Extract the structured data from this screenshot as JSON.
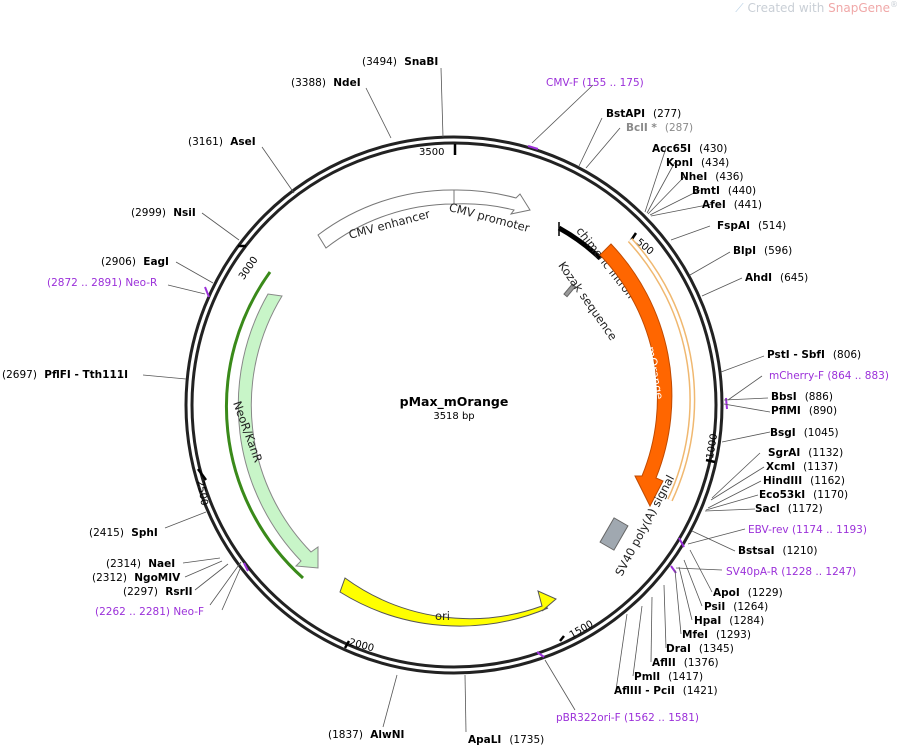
{
  "watermark": {
    "prefix": "Created with",
    "brand": "SnapGene",
    "reg": "®"
  },
  "plasmid": {
    "name": "pMax_mOrange",
    "length": "3518 bp"
  },
  "colors": {
    "backbone": "#222222",
    "primer": "#9b30d9",
    "enhancer": "#ffffff",
    "mOrange": "#ff6600",
    "neo": "#c8f5c8",
    "ori": "#ffff00",
    "polyA": "#a0a8b0",
    "intron": "#000000"
  },
  "ticks": [
    "500",
    "1000",
    "1500",
    "2000",
    "2500",
    "3000",
    "3500"
  ],
  "features": {
    "cmv_enhancer": "CMV enhancer",
    "cmv_promoter": "CMV promoter",
    "chimeric_intron": "chimeric intron",
    "kozak": "Kozak sequence",
    "morange": "mOrange",
    "sv40": "SV40 poly(A) signal",
    "ori": "ori",
    "neo": "NeoR/KanR"
  },
  "enzymes": [
    {
      "name": "SnaBI",
      "pos": "(3494)"
    },
    {
      "name": "NdeI",
      "pos": "(3388)"
    },
    {
      "name": "AseI",
      "pos": "(3161)"
    },
    {
      "name": "NsiI",
      "pos": "(2999)"
    },
    {
      "name": "EagI",
      "pos": "(2906)"
    },
    {
      "name": "PflFI - Tth111I",
      "pos": "(2697)"
    },
    {
      "name": "SphI",
      "pos": "(2415)"
    },
    {
      "name": "NaeI",
      "pos": "(2314)"
    },
    {
      "name": "NgoMIV",
      "pos": "(2312)"
    },
    {
      "name": "RsrII",
      "pos": "(2297)"
    },
    {
      "name": "AlwNI",
      "pos": "(1837)"
    },
    {
      "name": "ApaLI",
      "pos": "(1735)"
    },
    {
      "name": "BstAPI",
      "pos": "(277)"
    },
    {
      "name": "BclI *",
      "pos": "(287)"
    },
    {
      "name": "Acc65I",
      "pos": "(430)"
    },
    {
      "name": "KpnI",
      "pos": "(434)"
    },
    {
      "name": "NheI",
      "pos": "(436)"
    },
    {
      "name": "BmtI",
      "pos": "(440)"
    },
    {
      "name": "AfeI",
      "pos": "(441)"
    },
    {
      "name": "FspAI",
      "pos": "(514)"
    },
    {
      "name": "BlpI",
      "pos": "(596)"
    },
    {
      "name": "AhdI",
      "pos": "(645)"
    },
    {
      "name": "PstI - SbfI",
      "pos": "(806)"
    },
    {
      "name": "BbsI",
      "pos": "(886)"
    },
    {
      "name": "PflMI",
      "pos": "(890)"
    },
    {
      "name": "BsgI",
      "pos": "(1045)"
    },
    {
      "name": "SgrAI",
      "pos": "(1132)"
    },
    {
      "name": "XcmI",
      "pos": "(1137)"
    },
    {
      "name": "HindIII",
      "pos": "(1162)"
    },
    {
      "name": "Eco53kI",
      "pos": "(1170)"
    },
    {
      "name": "SacI",
      "pos": "(1172)"
    },
    {
      "name": "BstsaI",
      "pos": "(1210)"
    },
    {
      "name": "ApoI",
      "pos": "(1229)"
    },
    {
      "name": "PsiI",
      "pos": "(1264)"
    },
    {
      "name": "HpaI",
      "pos": "(1284)"
    },
    {
      "name": "MfeI",
      "pos": "(1293)"
    },
    {
      "name": "DraI",
      "pos": "(1345)"
    },
    {
      "name": "AflII",
      "pos": "(1376)"
    },
    {
      "name": "PmlI",
      "pos": "(1417)"
    },
    {
      "name": "AflIII - PciI",
      "pos": "(1421)"
    }
  ],
  "primers": [
    {
      "label": "CMV-F (155 .. 175)"
    },
    {
      "label": "mCherry-F (864 .. 883)"
    },
    {
      "label": "EBV-rev (1174 .. 1193)"
    },
    {
      "label": "SV40pA-R (1228 .. 1247)"
    },
    {
      "label": "pBR322ori-F (1562 .. 1581)"
    },
    {
      "label": "(2262 .. 2281) Neo-F"
    },
    {
      "label": "(2872 .. 2891) Neo-R"
    }
  ]
}
